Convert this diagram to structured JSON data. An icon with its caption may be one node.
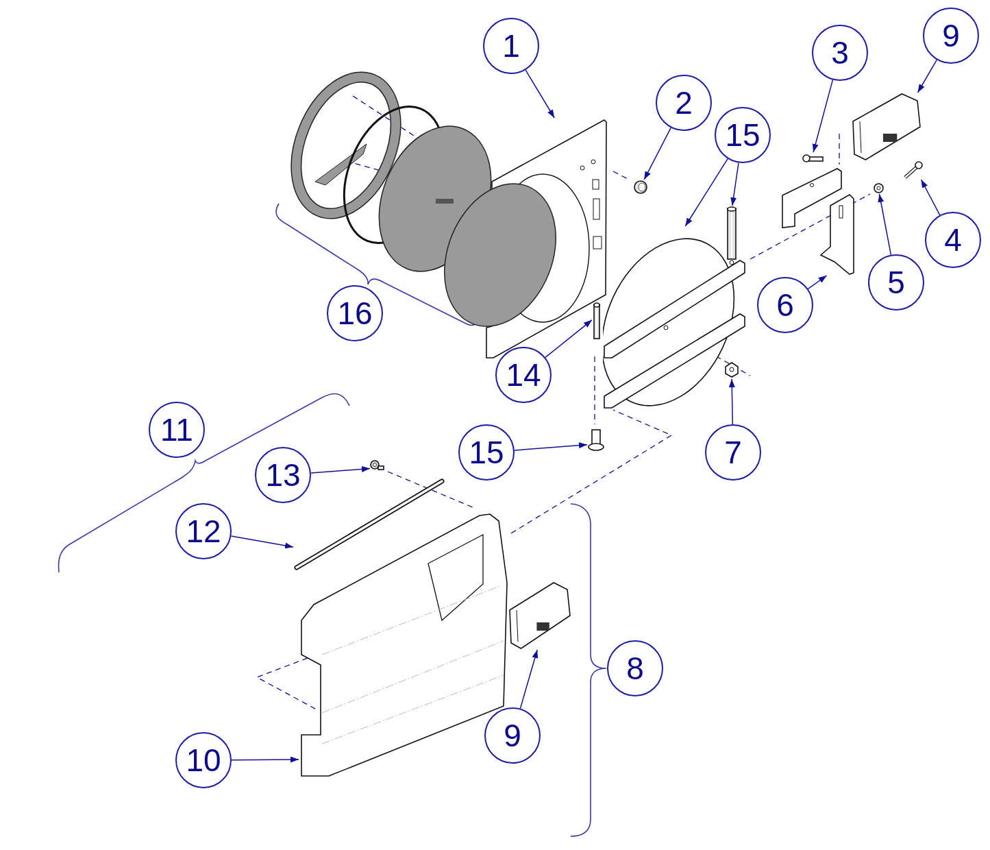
{
  "diagram": {
    "nodes": [
      {
        "text": [
          "9"
        ]
      },
      {
        "text": [
          "1"
        ]
      },
      {
        "text": [
          "3"
        ]
      },
      {
        "text": [
          "2"
        ]
      },
      {
        "text": [
          "15"
        ]
      },
      {
        "text": [
          "4"
        ]
      },
      {
        "text": [
          "5"
        ]
      },
      {
        "text": [
          "6"
        ]
      },
      {
        "text": [
          "16"
        ]
      },
      {
        "text": [
          "14"
        ]
      },
      {
        "text": [
          "11"
        ]
      },
      {
        "text": [
          "15"
        ]
      },
      {
        "text": [
          "7"
        ]
      },
      {
        "text": [
          "13"
        ]
      },
      {
        "text": [
          "12"
        ]
      },
      {
        "text": [
          "8"
        ]
      },
      {
        "text": [
          "9"
        ]
      },
      {
        "text": [
          "10"
        ]
      },
      {
        "text": [],
        "shape": "picture"
      },
      {
        "text": [],
        "shape": "picture"
      },
      {
        "text": [],
        "shape": "picture"
      },
      {
        "text": [],
        "shape": "picture"
      },
      {
        "text": [],
        "shape": "picture"
      },
      {
        "text": [],
        "shape": "picture"
      },
      {
        "text": [],
        "shape": "picture"
      },
      {
        "text": [],
        "shape": "picture"
      },
      {
        "text": [],
        "shape": "picture"
      },
      {
        "text": [],
        "shape": "picture"
      },
      {
        "text": [],
        "shape": "picture"
      },
      {
        "text": [],
        "shape": "picture"
      },
      {
        "text": [],
        "shape": "picture"
      },
      {
        "text": [],
        "shape": "picture"
      },
      {
        "text": [],
        "shape": "picture"
      },
      {
        "text": [],
        "shape": "picture"
      }
    ],
    "edges": [
      {
        "from": 0,
        "to": 18,
        "arrow": "to"
      },
      {
        "from": 1,
        "to": 19,
        "arrow": "to"
      },
      {
        "from": 2,
        "to": 23,
        "arrow": "to"
      },
      {
        "from": 3,
        "to": 20,
        "arrow": "to"
      },
      {
        "from": 4,
        "to": 21,
        "arrow": "to"
      },
      {
        "from": 4,
        "to": 22,
        "arrow": "to"
      },
      {
        "from": 5,
        "to": 24,
        "arrow": "to"
      },
      {
        "from": 6,
        "to": 25,
        "arrow": "to"
      },
      {
        "from": 7,
        "to": 26,
        "arrow": "to"
      },
      {
        "from": 9,
        "to": 27,
        "arrow": "to"
      },
      {
        "from": 11,
        "to": 28,
        "arrow": "to"
      },
      {
        "from": 12,
        "to": 29,
        "arrow": "to"
      },
      {
        "from": 13,
        "to": 30,
        "arrow": "to"
      },
      {
        "from": 14,
        "to": 31,
        "arrow": "to"
      },
      {
        "from": 16,
        "to": 32,
        "arrow": "to"
      },
      {
        "from": 17,
        "to": 33,
        "arrow": "to"
      }
    ]
  }
}
